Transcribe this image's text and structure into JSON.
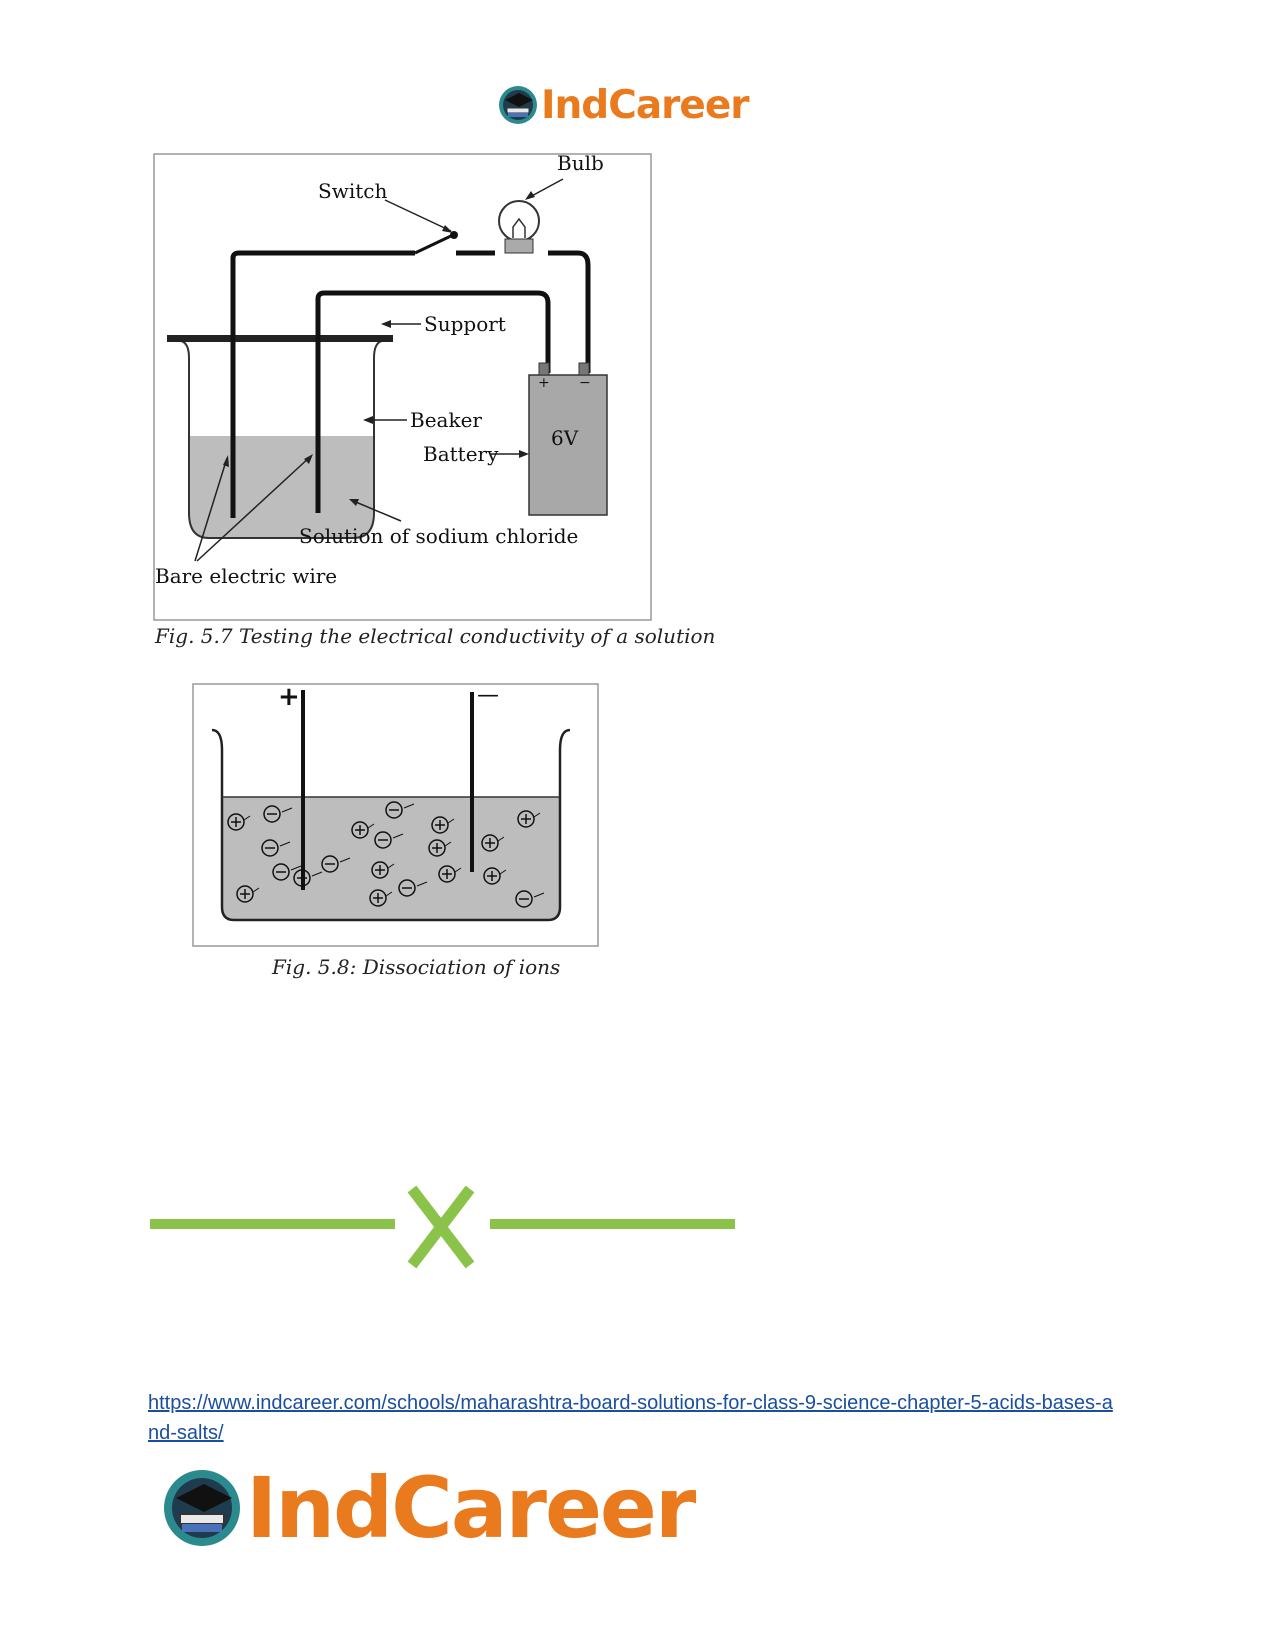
{
  "header": {
    "logo_text": "IndCareer"
  },
  "figure_1": {
    "labels": {
      "switch": "Switch",
      "bulb": "Bulb",
      "support": "Support",
      "beaker": "Beaker",
      "battery": "Battery",
      "voltage": "6V",
      "plus": "+",
      "minus": "−",
      "solution": "Solution of sodium chloride",
      "wire": "Bare electric wire"
    },
    "caption": "Fig. 5.7 Testing the electrical conductivity of a solution"
  },
  "figure_2": {
    "labels": {
      "anode": "+",
      "cathode": "—"
    },
    "caption": "Fig. 5.8: Dissociation of ions"
  },
  "footer": {
    "link": "https://www.indcareer.com/schools/maharashtra-board-solutions-for-class-9-science-chapter-5-acids-bases-and-salts/",
    "logo_text": "IndCareer"
  },
  "colors": {
    "brand_orange": "#ea7a1e",
    "divider_green": "#8bc34a",
    "link_blue": "#1a4fa0"
  }
}
